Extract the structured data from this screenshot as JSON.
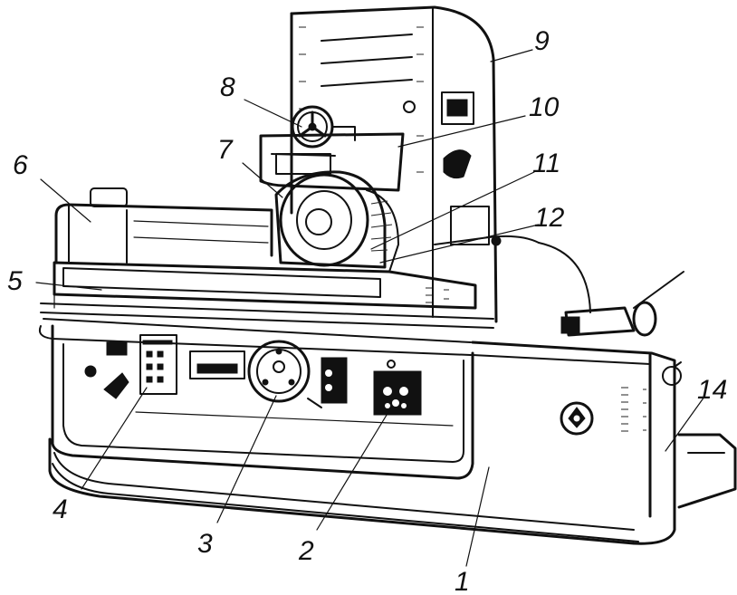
{
  "callouts": [
    "1",
    "2",
    "3",
    "4",
    "5",
    "6",
    "7",
    "8",
    "9",
    "10",
    "11",
    "12",
    "14"
  ]
}
